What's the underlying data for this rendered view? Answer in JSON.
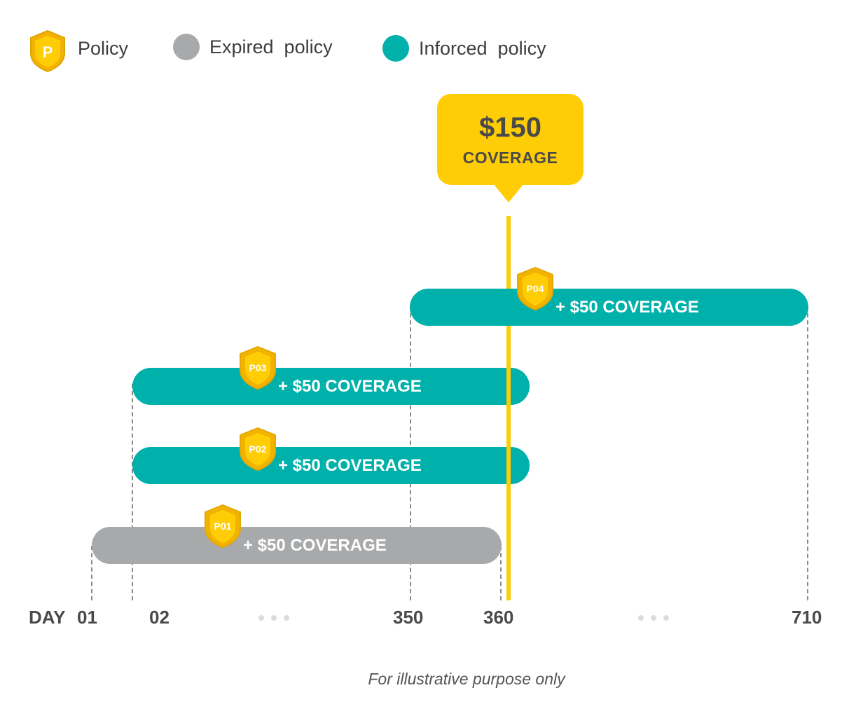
{
  "legend": {
    "policy_label": "Policy",
    "policy_icon_letter": "P",
    "expired_label": "Expired  policy",
    "inforced_label": "Inforced  policy"
  },
  "callout": {
    "amount": "$150",
    "label": "COVERAGE"
  },
  "policies": [
    {
      "id": "P01",
      "coverage": "+ $50 COVERAGE",
      "status": "expired",
      "start_day": "01",
      "end_day": "360"
    },
    {
      "id": "P02",
      "coverage": "+ $50 COVERAGE",
      "status": "inforced",
      "start_day": "02",
      "end_day": "365"
    },
    {
      "id": "P03",
      "coverage": "+ $50 COVERAGE",
      "status": "inforced",
      "start_day": "02",
      "end_day": "365"
    },
    {
      "id": "P04",
      "coverage": "+ $50 COVERAGE",
      "status": "inforced",
      "start_day": "350",
      "end_day": "710"
    }
  ],
  "axis": {
    "title": "DAY",
    "ticks": [
      "01",
      "02",
      "350",
      "360",
      "710"
    ],
    "marker_day": "360"
  },
  "colors": {
    "policy_gold": "#ffcd05",
    "expired_grey": "#a7a9ab",
    "inforced_teal": "#00b0aa"
  },
  "footnote": "For illustrative purpose only"
}
